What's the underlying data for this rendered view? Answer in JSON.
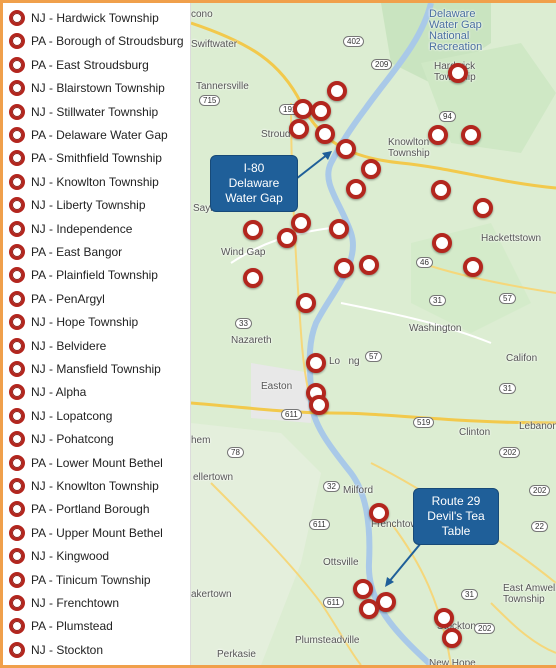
{
  "locations": [
    "NJ - Hardwick Township",
    "PA - Borough of Stroudsburg",
    "PA - East Stroudsburg",
    "NJ - Blairstown Township",
    "NJ - Stillwater Township",
    "PA - Delaware Water Gap",
    "PA - Smithfield Township",
    "NJ - Knowlton Township",
    "NJ - Liberty Township",
    "NJ - Independence",
    "PA - East Bangor",
    "PA - Plainfield Township",
    "PA - PenArgyl",
    "NJ - Hope Township",
    "NJ - Belvidere",
    "NJ - Mansfield Township",
    "NJ - Alpha",
    "NJ - Lopatcong",
    "NJ - Pohatcong",
    "PA - Lower Mount Bethel",
    "NJ - Knowlton Township",
    "PA - Portland Borough",
    "PA - Upper Mount Bethel",
    "NJ - Kingwood",
    "PA - Tinicum Township",
    "NJ - Frenchtown",
    "PA - Plumstead",
    "NJ - Stockton"
  ],
  "map": {
    "place_labels": [
      {
        "text": "Delaware\nWater Gap\nNational\nRecreation",
        "kind": "water"
      },
      {
        "text": "Hardwick\nTownship",
        "kind": "place"
      },
      {
        "text": "Swiftwater",
        "kind": "place"
      },
      {
        "text": "Tannersville",
        "kind": "place"
      },
      {
        "text": "Stroud",
        "kind": "place"
      },
      {
        "text": "Knowlton\nTownship",
        "kind": "place"
      },
      {
        "text": "Saylor",
        "kind": "place"
      },
      {
        "text": "Wind Gap",
        "kind": "place"
      },
      {
        "text": "Hackettstown",
        "kind": "place"
      },
      {
        "text": "Washington",
        "kind": "place"
      },
      {
        "text": "Nazareth",
        "kind": "place"
      },
      {
        "text": "Easton",
        "kind": "place"
      },
      {
        "text": "Califon",
        "kind": "place"
      },
      {
        "text": "Clinton",
        "kind": "place"
      },
      {
        "text": "Lebanon",
        "kind": "place"
      },
      {
        "text": "hem",
        "kind": "place"
      },
      {
        "text": "ellertown",
        "kind": "place"
      },
      {
        "text": "Milford",
        "kind": "place"
      },
      {
        "text": "Frenchtown",
        "kind": "place"
      },
      {
        "text": "Ottsville",
        "kind": "place"
      },
      {
        "text": "akertown",
        "kind": "place"
      },
      {
        "text": "East Amwell\nTownship",
        "kind": "place"
      },
      {
        "text": "Stockton",
        "kind": "place"
      },
      {
        "text": "Perkasie",
        "kind": "place"
      },
      {
        "text": "Plumsteadville",
        "kind": "place"
      },
      {
        "text": "New Hope",
        "kind": "place"
      },
      {
        "text": "cono",
        "kind": "place"
      },
      {
        "text": "Lo   ng",
        "kind": "place"
      }
    ],
    "road_shields": [
      "402",
      "209",
      "715",
      "191",
      "94",
      "46",
      "31",
      "57",
      "33",
      "611",
      "78",
      "57",
      "31",
      "519",
      "32",
      "611",
      "202",
      "22",
      "202",
      "31",
      "611",
      "202"
    ],
    "callouts": [
      {
        "lines": [
          "I-80",
          "Delaware",
          "Water Gap"
        ]
      },
      {
        "lines": [
          "Route 29",
          "Devil's Tea",
          "Table"
        ]
      }
    ]
  },
  "colors": {
    "pin": "#b3261e",
    "callout": "#1f5f99",
    "accent_border": "#f0a04b",
    "land": "#dcedd2",
    "river": "#a9c9e8"
  }
}
